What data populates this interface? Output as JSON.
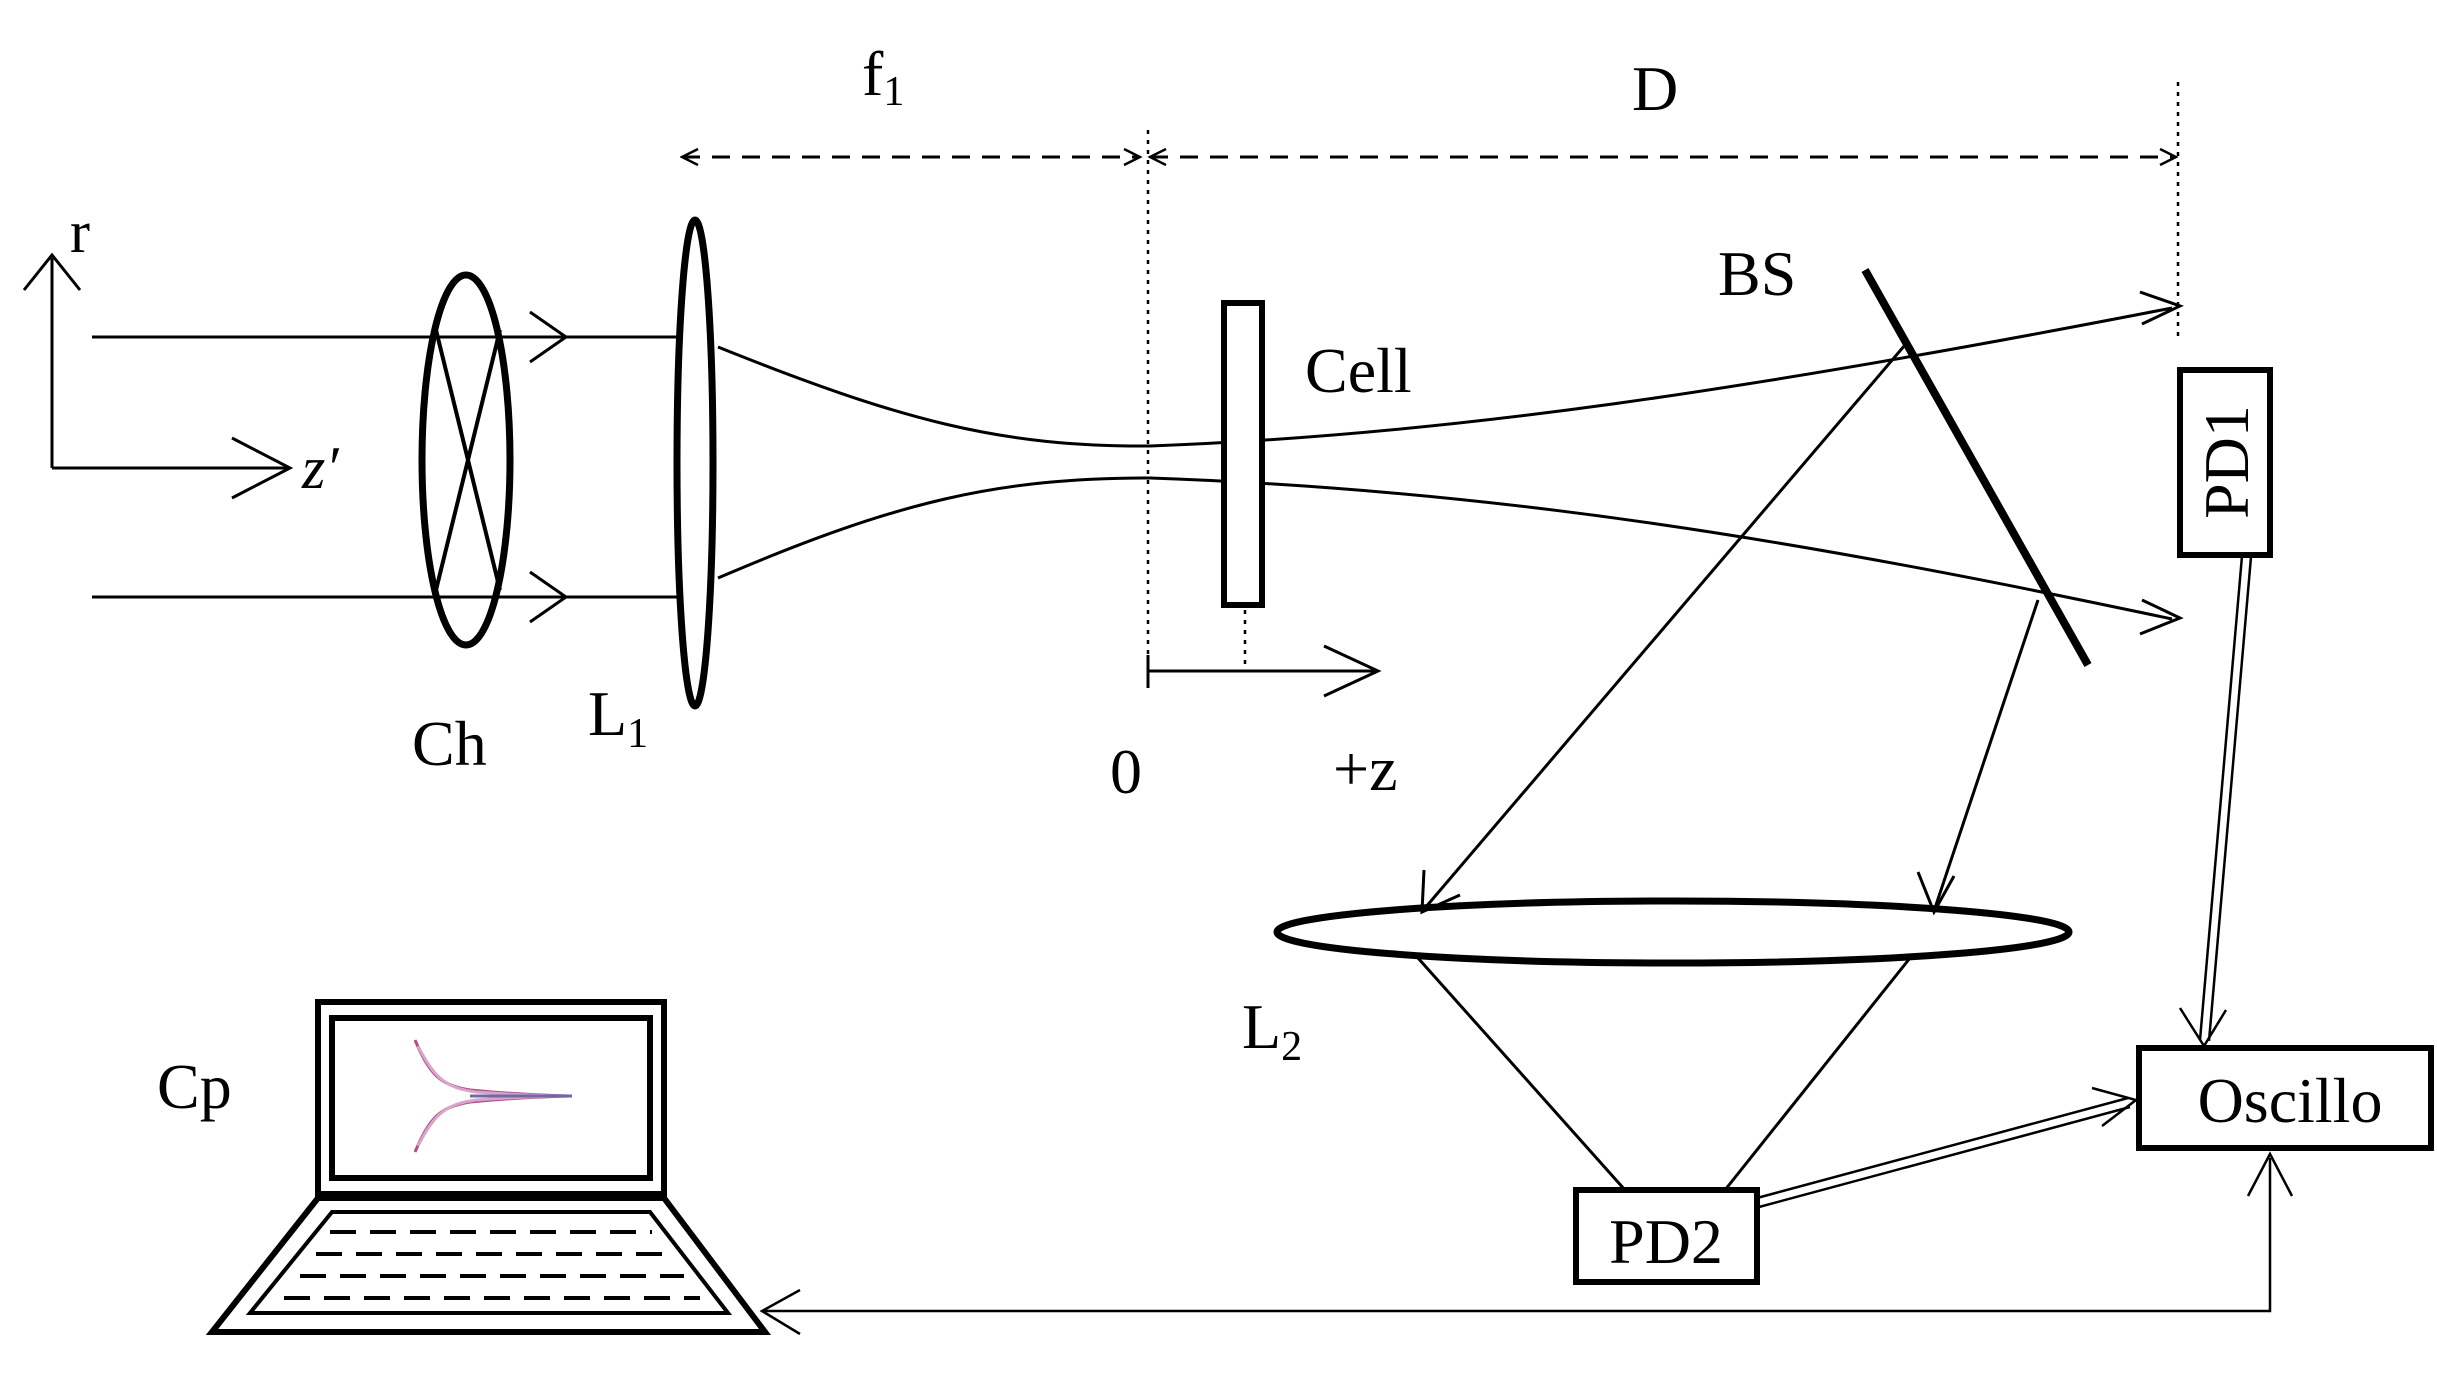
{
  "labels": {
    "f1_main": "f",
    "f1_sub": "1",
    "D": "D",
    "r": "r",
    "z_prime": "z′",
    "Ch": "Ch",
    "L1_main": "L",
    "L1_sub": "1",
    "Cell": "Cell",
    "BS": "BS",
    "zero": "0",
    "plus_z": "+z",
    "L2_main": "L",
    "L2_sub": "2",
    "PD1": "PD1",
    "PD2": "PD2",
    "Oscillo": "Oscillo",
    "Cp": "Cp"
  },
  "colors": {
    "ink": "#000000",
    "background": "#ffffff",
    "screen_curve": "#b04a8c",
    "screen_curve_light": "#d9a4c6"
  }
}
